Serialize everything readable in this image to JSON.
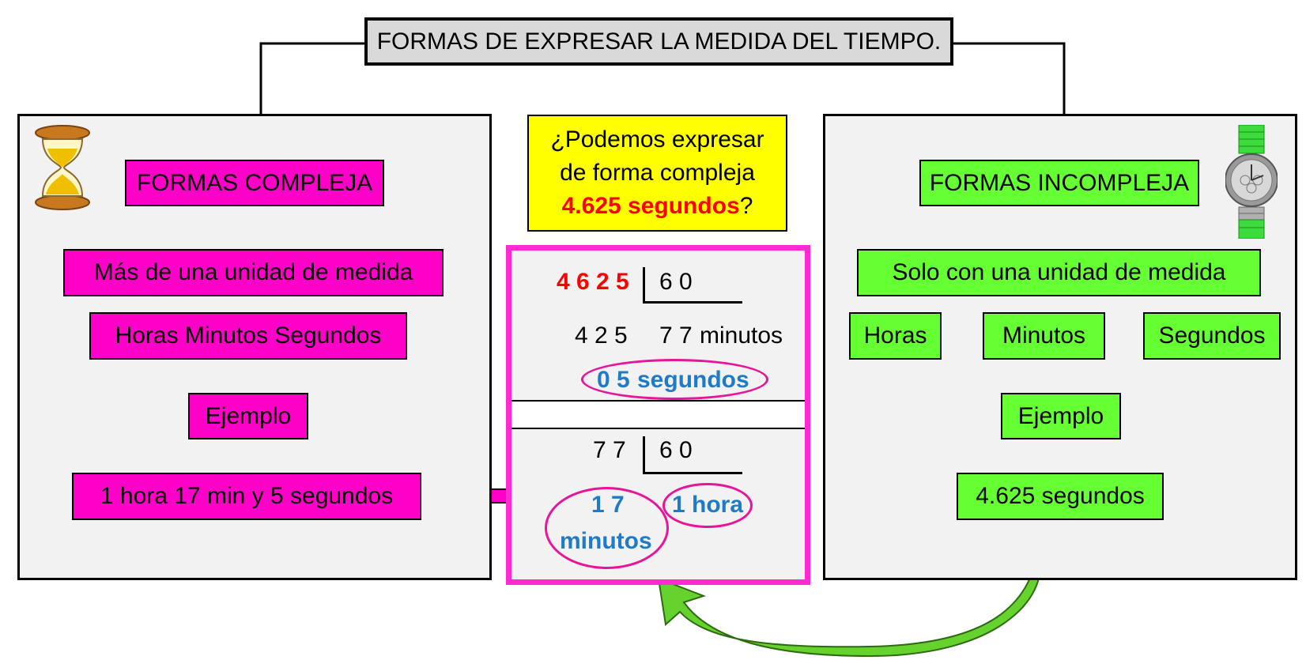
{
  "title": "FORMAS DE EXPRESAR LA MEDIDA DEL TIEMPO.",
  "left": {
    "heading": "FORMAS COMPLEJA",
    "description": "Más de una unidad de medida",
    "units": "Horas Minutos Segundos",
    "example_label": "Ejemplo",
    "example_value": "1 hora 17 min y 5 segundos",
    "icon": "hourglass-icon",
    "color": "#ff00c8"
  },
  "right": {
    "heading": "FORMAS INCOMPLEJA",
    "description": "Solo con una unidad de medida",
    "units": [
      "Horas",
      "Minutos",
      "Segundos"
    ],
    "example_label": "Ejemplo",
    "example_value": "4.625 segundos",
    "icon": "wristwatch-icon",
    "color": "#66ff33"
  },
  "question": {
    "line1": "¿Podemos expresar",
    "line2": "de forma compleja",
    "highlight": "4.625 segundos",
    "suffix": "?"
  },
  "division1": {
    "dividend": "4 6 2 5",
    "divisor": "6 0",
    "partial": "4 2 5",
    "quotient": "7 7",
    "quotient_unit": "minutos",
    "remainder": "0 5",
    "remainder_unit": "segundos"
  },
  "division2": {
    "dividend": "7 7",
    "divisor": "6 0",
    "remainder": "1 7",
    "remainder_unit": "minutos",
    "quotient": "1 hora"
  }
}
